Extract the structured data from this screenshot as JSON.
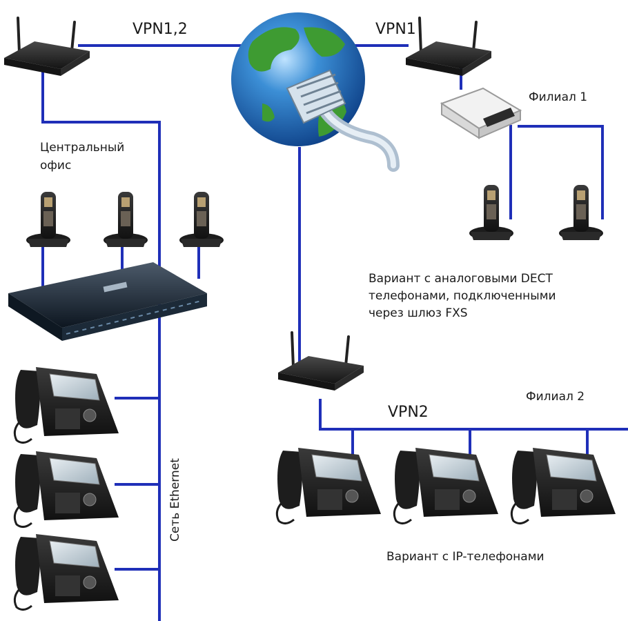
{
  "labels": {
    "vpn12": "VPN1,2",
    "vpn1": "VPN1",
    "vpn2": "VPN2",
    "central_office_line1": "Центральный",
    "central_office_line2": "офис",
    "branch1": "Филиал 1",
    "branch2": "Филиал 2",
    "dect_variant_line1": "Вариант с аналоговыми DECT",
    "dect_variant_line2": "телефонами, подключенными",
    "dect_variant_line3": "через шлюз FXS",
    "ip_variant": "Вариант с IP-телефонами",
    "ethernet": "Сеть Ethernet"
  },
  "colors": {
    "link": "#1f2fb8",
    "device_dark": "#2a2a2a",
    "globe_ocean": "#2f7fc4",
    "globe_land": "#3e9b32"
  }
}
